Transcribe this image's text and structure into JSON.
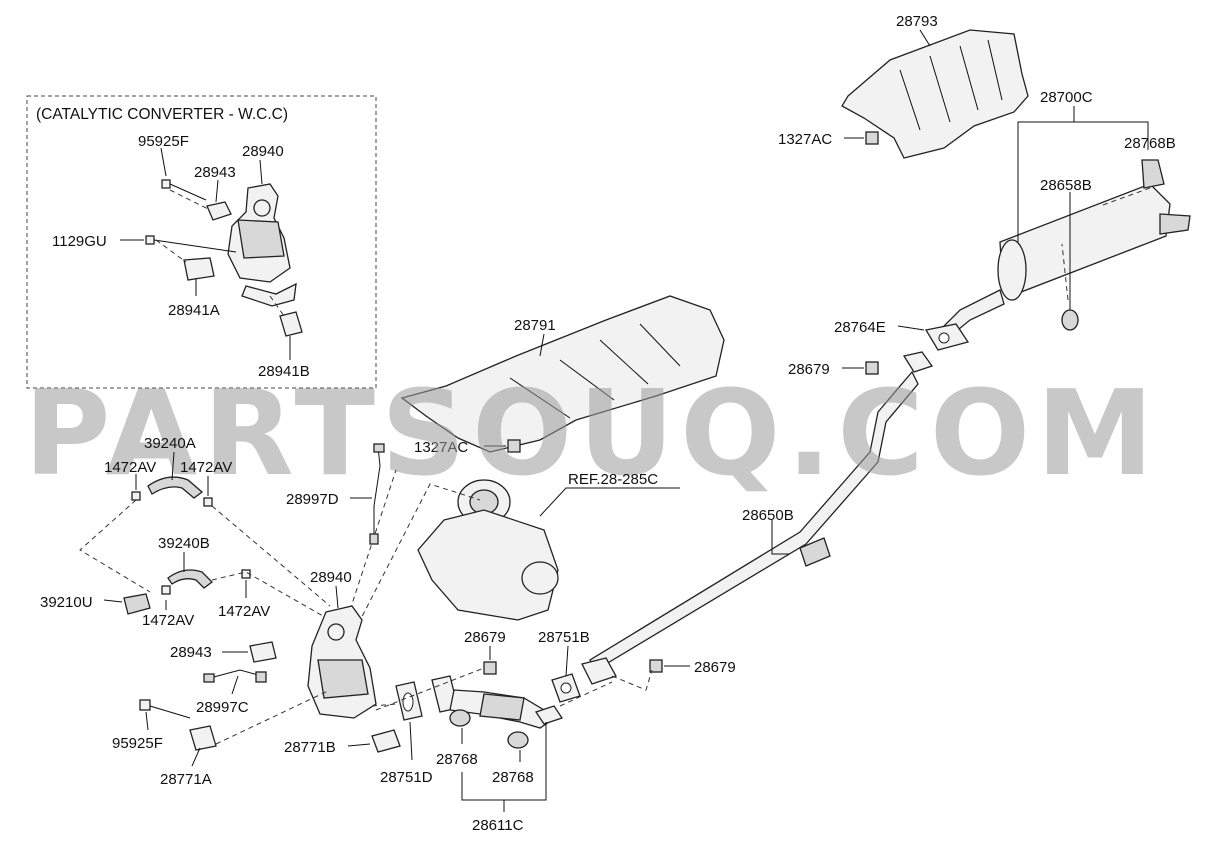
{
  "box_title": "(CATALYTIC CONVERTER - W.C.C)",
  "watermark": "PARTSOUQ.COM",
  "labels": {
    "p28793": "28793",
    "p28700C": "28700C",
    "p1327AC_top": "1327AC",
    "p28768B": "28768B",
    "p28658B": "28658B",
    "p28764E": "28764E",
    "p28679_a": "28679",
    "p28791": "28791",
    "p1327AC_mid": "1327AC",
    "ref": "REF.28-285C",
    "p28650B": "28650B",
    "p95925F_box": "95925F",
    "p28940_box": "28940",
    "p28943_box": "28943",
    "p1129GU": "1129GU",
    "p28941A": "28941A",
    "p28941B": "28941B",
    "p39240A": "39240A",
    "p1472AV_a": "1472AV",
    "p1472AV_b": "1472AV",
    "p28997D": "28997D",
    "p39240B": "39240B",
    "p39210U": "39210U",
    "p1472AV_c": "1472AV",
    "p1472AV_d": "1472AV",
    "p28940": "28940",
    "p28943": "28943",
    "p28997C": "28997C",
    "p95925F": "95925F",
    "p28771A": "28771A",
    "p28771B": "28771B",
    "p28751D": "28751D",
    "p28679_b": "28679",
    "p28751B": "28751B",
    "p28679_c": "28679",
    "p28768_a": "28768",
    "p28768_b": "28768",
    "p28611C": "28611C"
  }
}
